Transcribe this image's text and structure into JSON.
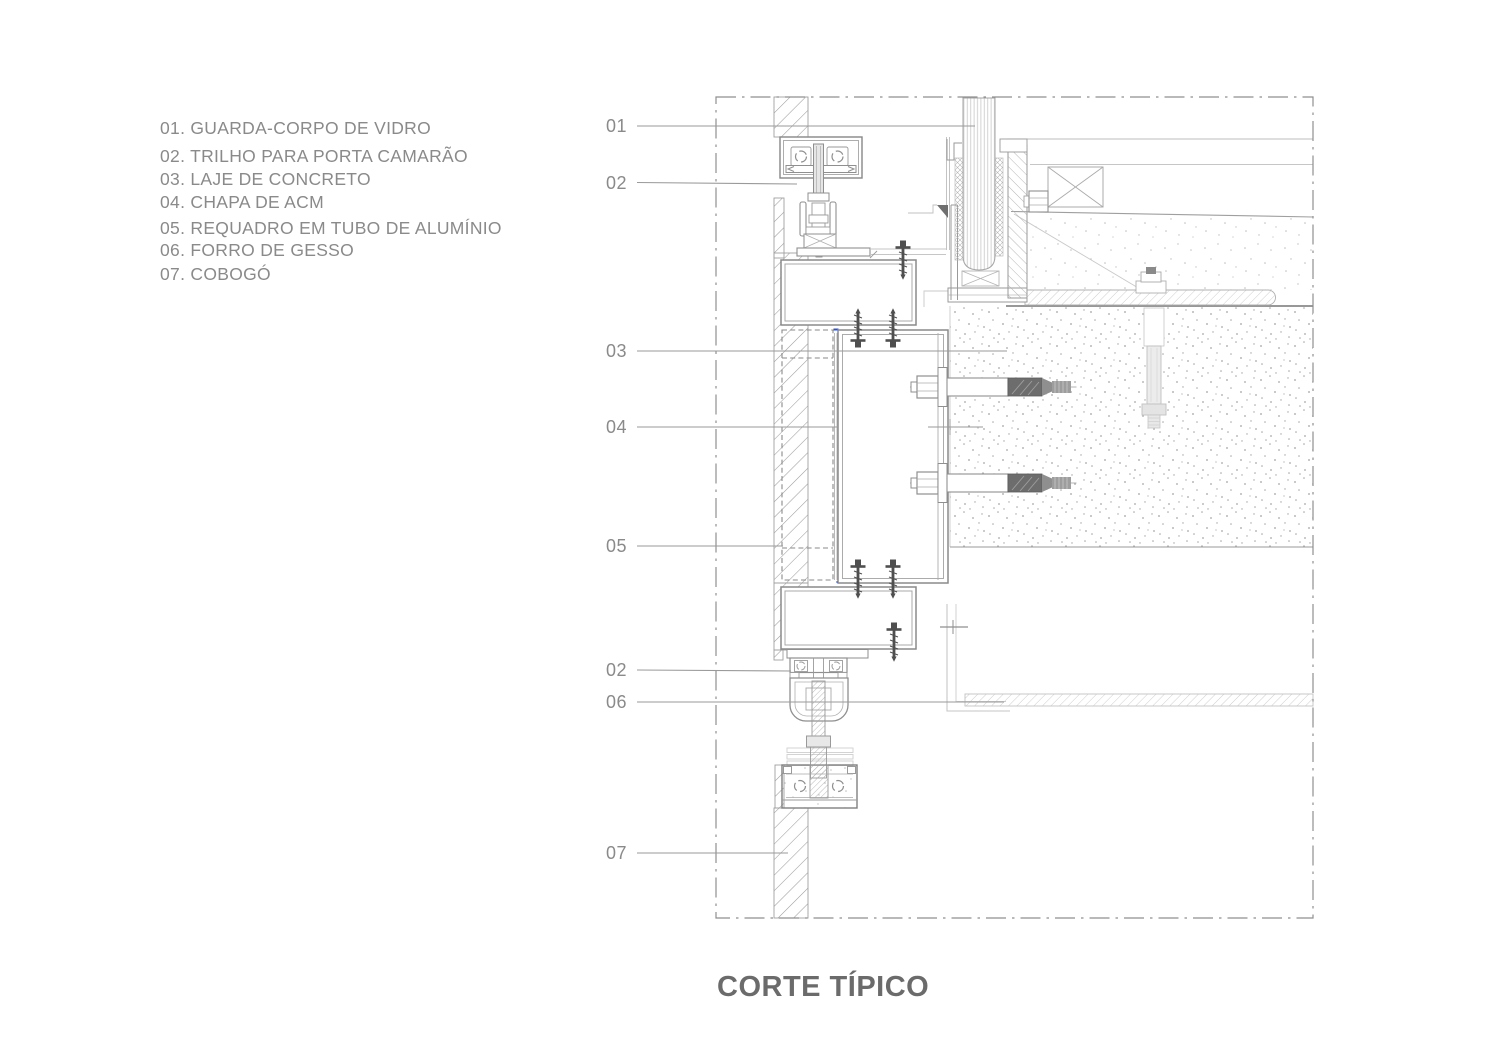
{
  "title": "CORTE TÍPICO",
  "legend": {
    "items": [
      "01. GUARDA-CORPO DE VIDRO",
      "02. TRILHO PARA PORTA CAMARÃO",
      "03. LAJE DE CONCRETO",
      "04. CHAPA DE ACM",
      "05. REQUADRO EM TUBO DE ALUMÍNIO",
      "06. FORRO DE GESSO",
      "07. COBOGÓ"
    ]
  },
  "callouts": [
    "01",
    "02",
    "03",
    "04",
    "05",
    "02",
    "06",
    "07"
  ],
  "colors": {
    "background": "#ffffff",
    "text": "#8a8a8a",
    "title": "#6b6b6b",
    "line": "#9a9a9a",
    "line_light": "#c6c6c6",
    "screw_dark": "#4f4f4f",
    "anchor_dark": "#6d6d6d",
    "accent_blue": "#2e4fd8"
  }
}
